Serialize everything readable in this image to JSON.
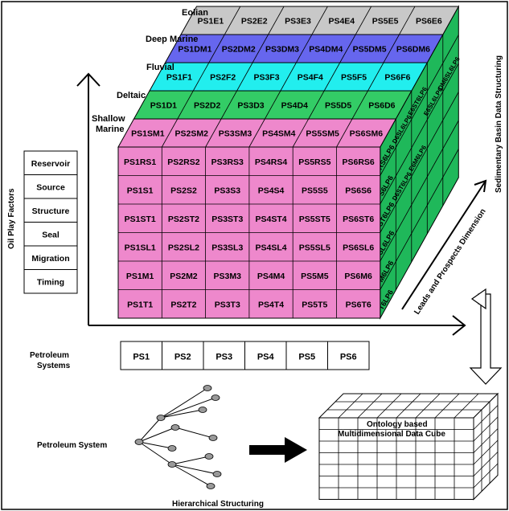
{
  "cube": {
    "layers": [
      {
        "name": "Eolian",
        "color": "#c8c8c8",
        "cells": [
          "PS1E1",
          "PS2E2",
          "PS3E3",
          "PS4E4",
          "PS5E5",
          "PS6E6"
        ]
      },
      {
        "name": "Deep Marine",
        "color": "#6666ee",
        "cells": [
          "PS1DM1",
          "PS2DM2",
          "PS3DM3",
          "PS4DM4",
          "PS5DM5",
          "PS6DM6"
        ]
      },
      {
        "name": "Fluvial",
        "color": "#22eeee",
        "cells": [
          "PS1F1",
          "PS2F2",
          "PS3F3",
          "PS4F4",
          "PS5F5",
          "PS6F6"
        ]
      },
      {
        "name": "Deltaic",
        "color": "#33cc66",
        "cells": [
          "PS1D1",
          "PS2D2",
          "PS3D3",
          "PS4D4",
          "PS5D5",
          "PS6D6"
        ]
      },
      {
        "name": "Shallow Marine",
        "color": "#ee88cc",
        "cells": [
          "PS1SM1",
          "PS2SM2",
          "PS3SM3",
          "PS4SM4",
          "PS5SM5",
          "PS6SM6"
        ]
      }
    ],
    "front_rows": [
      [
        "PS1RS1",
        "PS2RS2",
        "PS3RS3",
        "PS4RS4",
        "PS5RS5",
        "PS6RS6"
      ],
      [
        "PS1S1",
        "PS2S2",
        "PS3S3",
        "PS4S4",
        "PS5S5",
        "PS6S6"
      ],
      [
        "PS1ST1",
        "PS2ST2",
        "PS3ST3",
        "PS4ST4",
        "PS5ST5",
        "PS6ST6"
      ],
      [
        "PS1SL1",
        "PS2SL2",
        "PS3SL3",
        "PS4SL4",
        "PS5SL5",
        "PS6SL6"
      ],
      [
        "PS1M1",
        "PS2M2",
        "PS3M3",
        "PS4M4",
        "PS5M5",
        "PS6M6"
      ],
      [
        "PS1T1",
        "PS2T2",
        "PS3T3",
        "PS4T4",
        "PS5T5",
        "PS6T6"
      ]
    ],
    "side_labels": [
      "RS6LP6",
      "S6LP6",
      "ST6LP6",
      "SL6LP6",
      "M6LP6",
      "T6LP6"
    ],
    "side_upper_labels": [
      "D6SL6LP6",
      "E6ST6LP6",
      "E6SL6LP6",
      "DM6SL6LP6",
      "D6ST6LP6",
      "E6M6LP6"
    ],
    "front_color": "#ee88cc",
    "side_color": "#1fb85a"
  },
  "factors_title": "Oil Play Factors",
  "factors": [
    "Reservoir",
    "Source",
    "Structure",
    "Seal",
    "Migration",
    "Timing"
  ],
  "systems_title": "Petroleum Systems",
  "systems": [
    "PS1",
    "PS2",
    "PS3",
    "PS4",
    "PS5",
    "PS6"
  ],
  "axis_right_label": "Sedimentary Basin Data Structuring",
  "axis_diag_label": "Leads and Prospects Dimension",
  "tree_label": "Petroleum System",
  "hier_label": "Hierarchical Structuring",
  "data_cube_label": [
    "Ontology based",
    "Multidimensional Data Cube"
  ]
}
